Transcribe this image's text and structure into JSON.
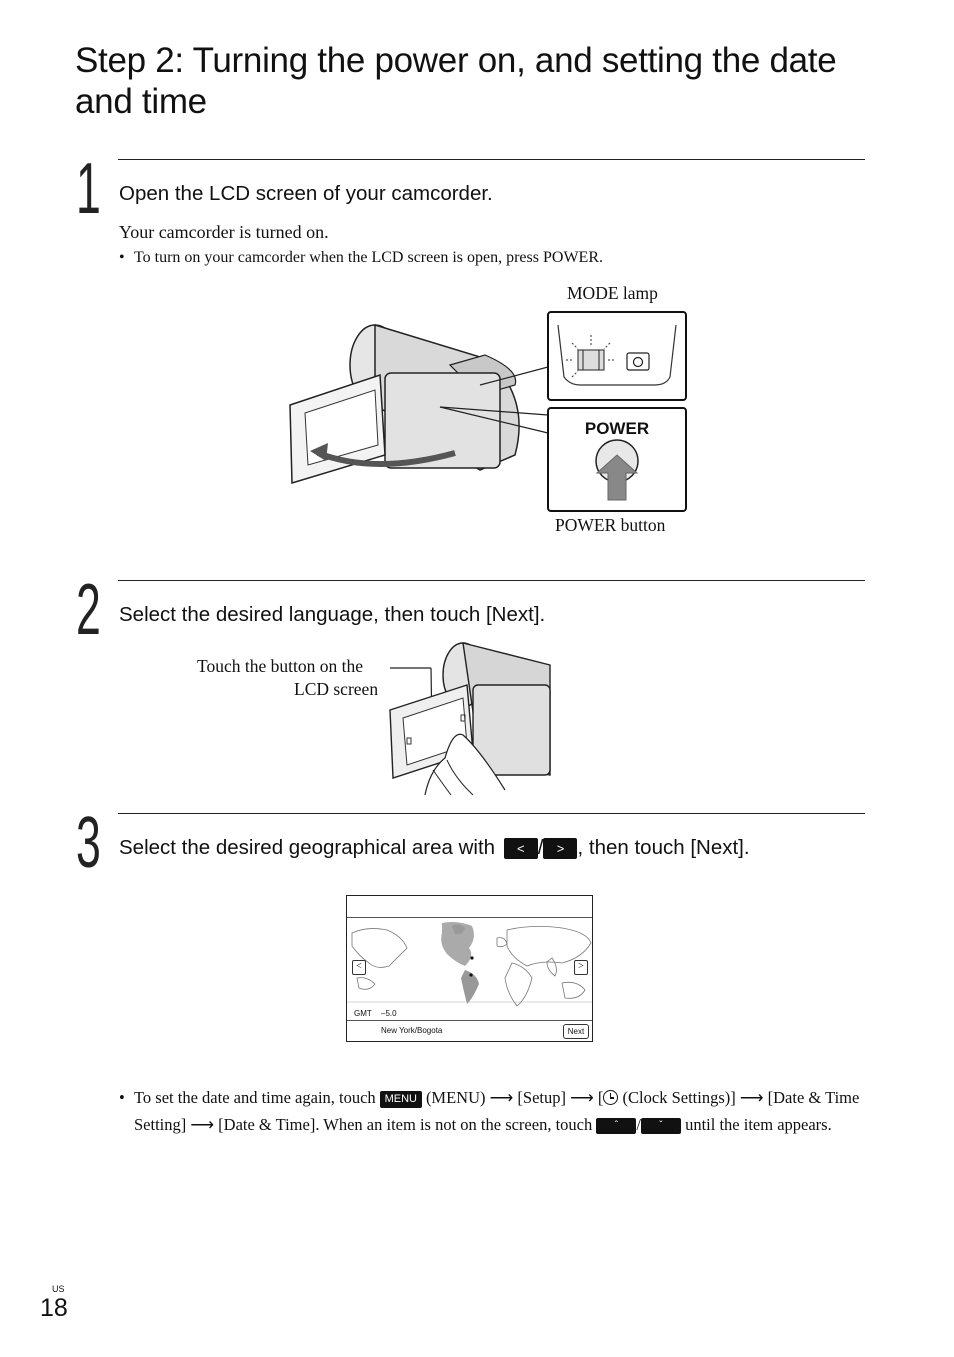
{
  "title": "Step 2: Turning the power on, and setting the date and time",
  "steps": [
    {
      "number": "1",
      "heading": "Open the LCD screen of your camcorder."
    },
    {
      "number": "2",
      "heading": "Select the desired language, then touch [Next]."
    },
    {
      "number": "3",
      "heading_before": "Select the desired geographical area with",
      "heading_sep": "/",
      "heading_after": ", then touch [Next]."
    }
  ],
  "step1": {
    "body": "Your camcorder is turned on.",
    "bullet": "To turn on your camcorder when the LCD screen is open, press POWER.",
    "mode_lamp_label": "MODE lamp",
    "power_text": "POWER",
    "power_button_label": "POWER button"
  },
  "step2": {
    "callout_line1": "Touch the button on the",
    "callout_line2": "LCD screen"
  },
  "step3": {
    "map": {
      "gmt_label": "GMT",
      "gmt_value": "–5.0",
      "city": "New York/Bogota",
      "next_button": "Next"
    }
  },
  "note": {
    "bullet": "•",
    "p1": "To set the date and time again, touch",
    "menu_icon": "MENU",
    "p2": "(MENU)",
    "p3": "[Setup]",
    "p4": "[",
    "p5": "(Clock Settings)]",
    "p6": "[Date & Time Setting]",
    "p7": "[Date & Time]. When an item is not on the screen, touch",
    "p8": "/",
    "p9": "until the item appears."
  },
  "icons": {
    "left": "chevron-left-icon",
    "right": "chevron-right-icon",
    "up": "chevron-up-icon",
    "down": "chevron-down-icon",
    "arrow": "right-arrow-icon",
    "clock": "clock-icon"
  },
  "page": {
    "region": "US",
    "number": "18"
  }
}
